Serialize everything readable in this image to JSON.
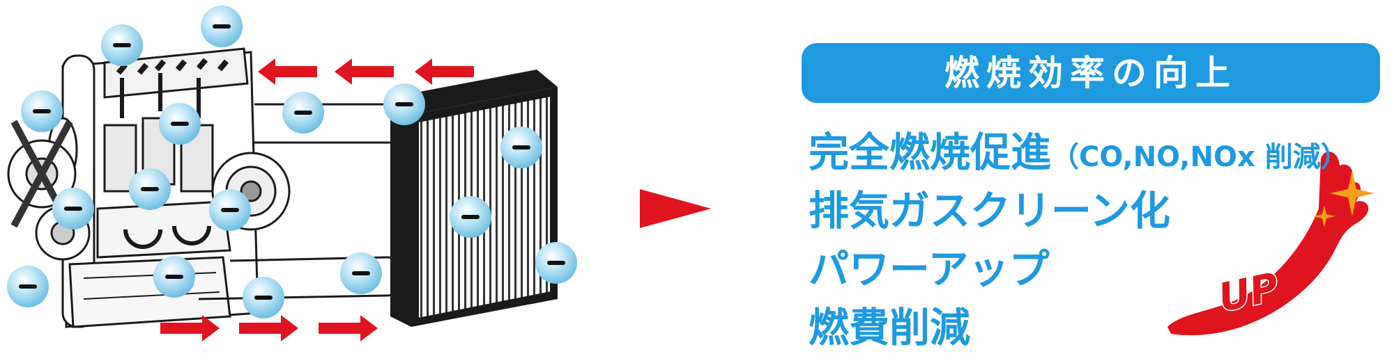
{
  "banner": {
    "text": "燃焼効率の向上",
    "color": "#1e9ae0"
  },
  "benefits": [
    {
      "main": "完全燃焼促進",
      "note": "（CO,NO,NOx 削減）"
    },
    {
      "main": "排気ガスクリーン化"
    },
    {
      "main": "パワーアップ"
    },
    {
      "main": "燃費削減"
    }
  ],
  "badge": {
    "text": "UP",
    "color": "#e0141e",
    "star_color": "#f5a21b"
  },
  "ion_symbol": "−",
  "colors": {
    "arrow": "#e0141e",
    "ion": "#8fd0ee",
    "accent": "#1e9ae0"
  }
}
